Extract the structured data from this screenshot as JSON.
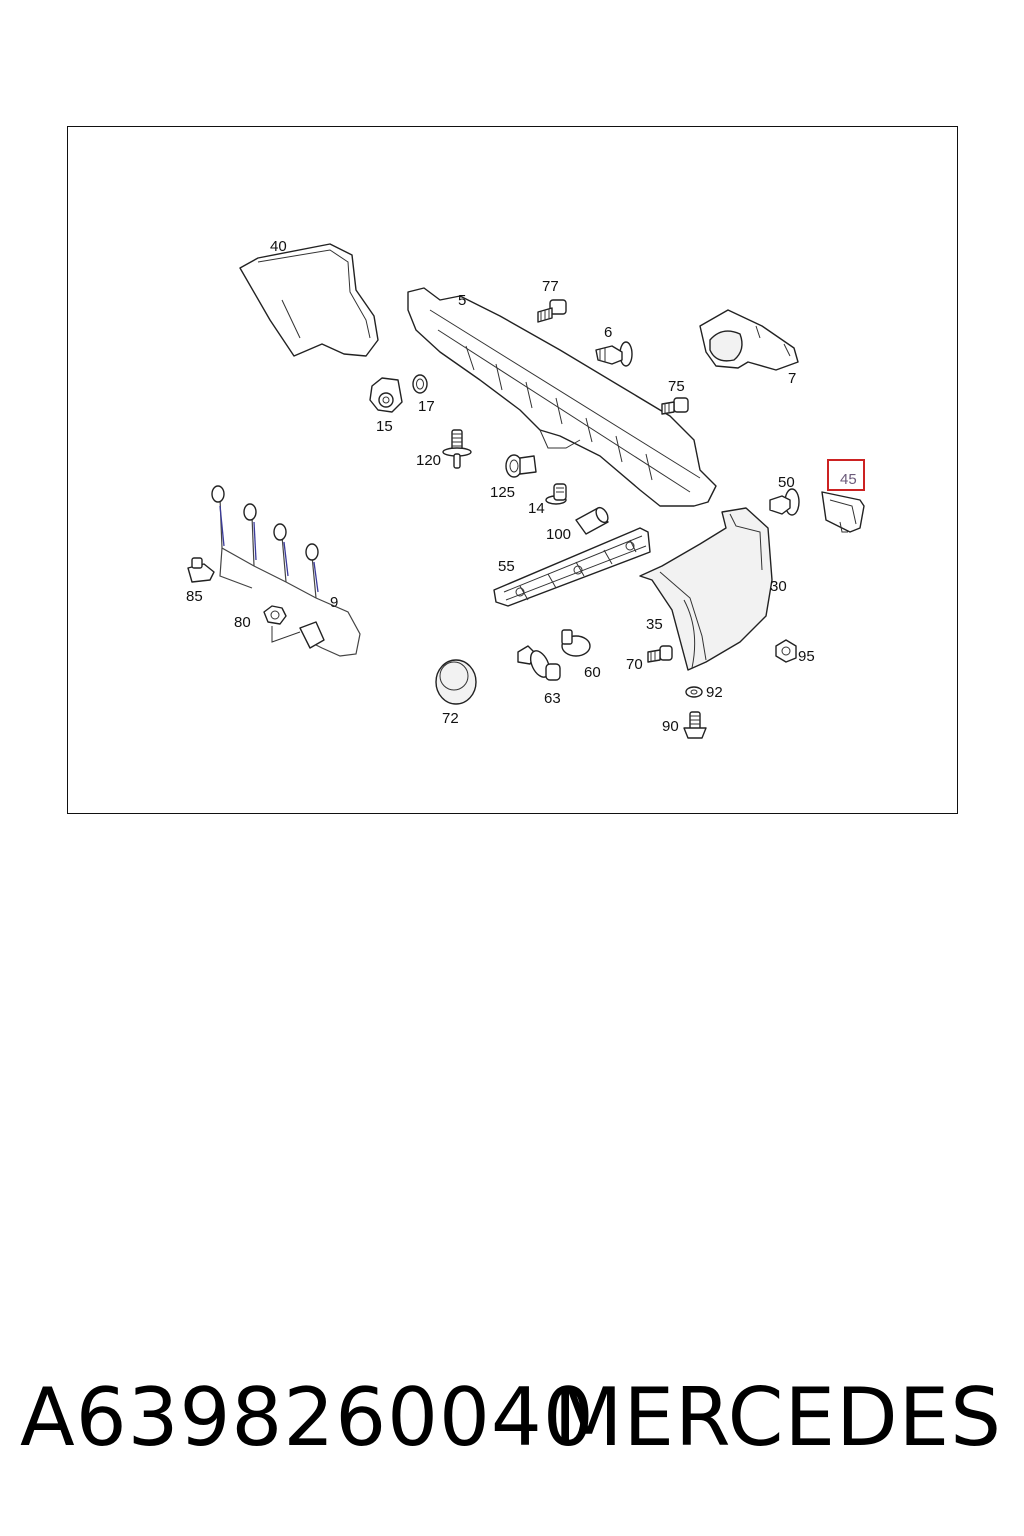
{
  "diagram": {
    "highlight_color": "#cc2222",
    "highlighted_part": "45",
    "labels": {
      "p40": "40",
      "p5": "5",
      "p77": "77",
      "p6": "6",
      "p7": "7",
      "p75": "75",
      "p17": "17",
      "p15": "15",
      "p120": "120",
      "p125": "125",
      "p14": "14",
      "p50": "50",
      "p45": "45",
      "p100": "100",
      "p55": "55",
      "p30": "30",
      "p85": "85",
      "p9": "9",
      "p80": "80",
      "p35": "35",
      "p60": "60",
      "p70": "70",
      "p95": "95",
      "p92": "92",
      "p63": "63",
      "p72": "72",
      "p90": "90"
    }
  },
  "footer": {
    "part_number": "A6398260040",
    "brand": "MERCEDES"
  }
}
